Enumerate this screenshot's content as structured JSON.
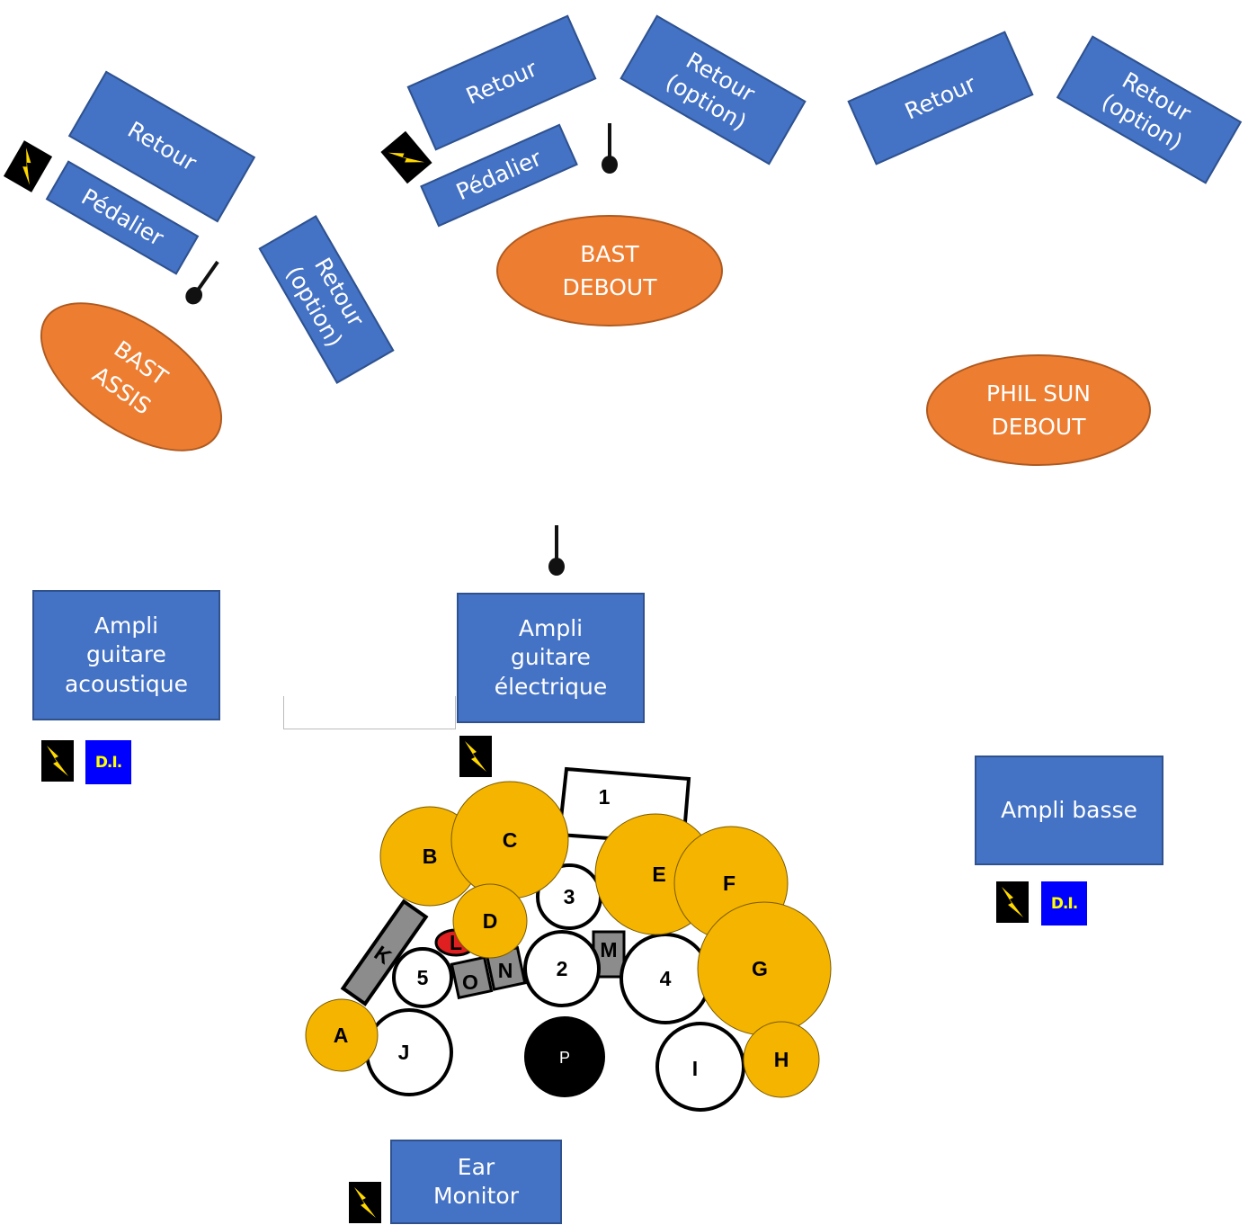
{
  "monitors": {
    "left_retour": "Retour",
    "left_pedalier": "Pédalier",
    "left_retour_option": [
      "Retour",
      "(option)"
    ],
    "center_retour": "Retour",
    "center_pedalier": "Pédalier",
    "center_retour_option": [
      "Retour",
      "(option)"
    ],
    "right_retour": "Retour",
    "right_retour_option": [
      "Retour",
      "(option)"
    ]
  },
  "positions": {
    "bast_assis": [
      "BAST",
      "ASSIS"
    ],
    "bast_debout": [
      "BAST",
      "DEBOUT"
    ],
    "phil_sun_debout": [
      "PHIL SUN",
      "DEBOUT"
    ]
  },
  "amps": {
    "acoustic": [
      "Ampli",
      "guitare",
      "acoustique"
    ],
    "electric": [
      "Ampli",
      "guitare",
      "électrique"
    ],
    "bass": "Ampli basse"
  },
  "ear_monitor": [
    "Ear",
    "Monitor"
  ],
  "di_label": "D.I.",
  "drum_labels": {
    "d1": "1",
    "d2": "2",
    "d3": "3",
    "d4": "4",
    "d5": "5",
    "A": "A",
    "B": "B",
    "C": "C",
    "D": "D",
    "E": "E",
    "F": "F",
    "G": "G",
    "H": "H",
    "I": "I",
    "J": "J",
    "K": "K",
    "L": "L",
    "M": "M",
    "N": "N",
    "O": "O",
    "P": "P"
  },
  "colors": {
    "box_blue": "#4472c4",
    "oval_orange": "#ed7d31",
    "cymbal_gold": "#f4b400",
    "hardware_grey": "#8c8c8c",
    "di_blue": "#0000ff",
    "di_yellow": "#ffff00",
    "pad_red": "#e02020"
  },
  "icons": [
    "power-bolt-icon",
    "di-box-icon",
    "microphone-icon"
  ]
}
